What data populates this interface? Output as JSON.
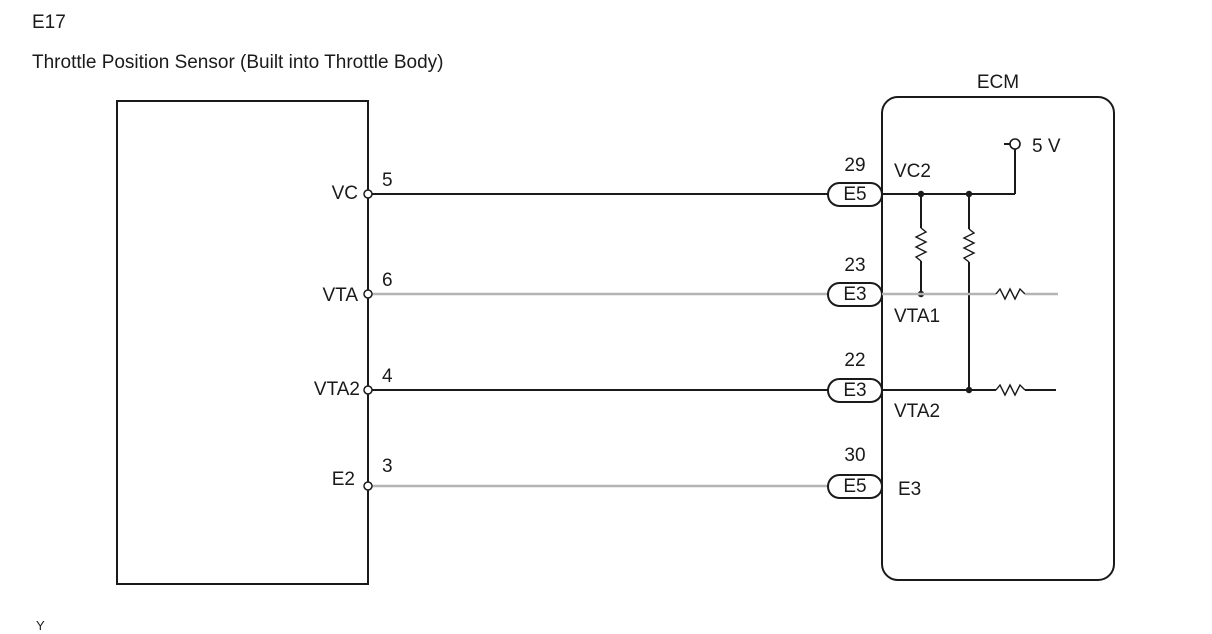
{
  "part_code": "E17",
  "component_title": "Throttle Position Sensor (Built into Throttle Body)",
  "ecm": {
    "label": "ECM",
    "supply": "5 V"
  },
  "sensor_terminals": [
    {
      "name": "VC",
      "pin": "5"
    },
    {
      "name": "VTA",
      "pin": "6"
    },
    {
      "name": "VTA2",
      "pin": "4"
    },
    {
      "name": "E2",
      "pin": "3"
    }
  ],
  "ecm_connectors": [
    {
      "pin": "29",
      "connector": "E5",
      "signal": "VC2"
    },
    {
      "pin": "23",
      "connector": "E3",
      "signal": "VTA1"
    },
    {
      "pin": "22",
      "connector": "E3",
      "signal": "VTA2"
    },
    {
      "pin": "30",
      "connector": "E5",
      "signal": "E3"
    }
  ],
  "footer_mark": "Y",
  "colors": {
    "line_dark": "#1a1a1a",
    "line_grey": "#b4b4b4"
  }
}
